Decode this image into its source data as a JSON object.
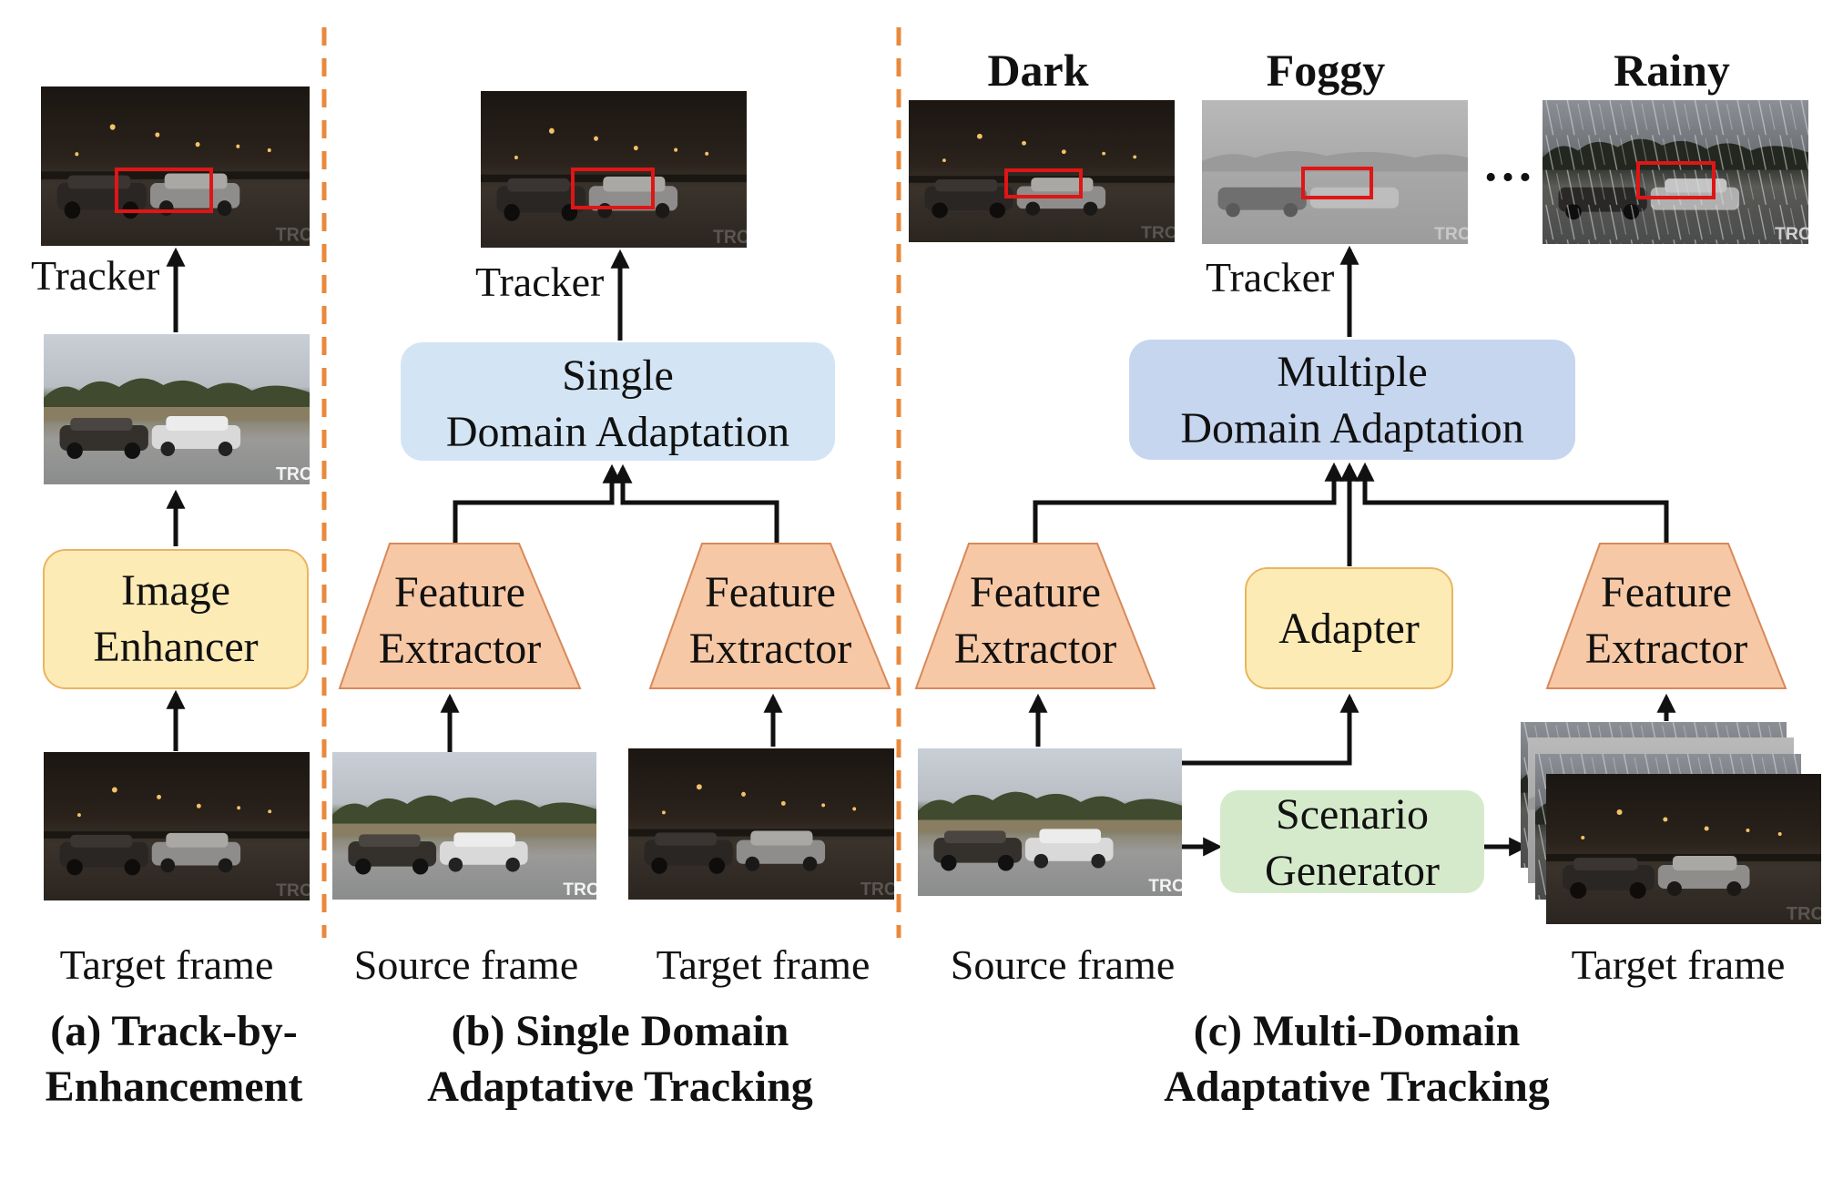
{
  "panel_a": {
    "tracker_label": "Tracker",
    "enhancer_line1": "Image",
    "enhancer_line2": "Enhancer",
    "frame_label": "Target frame",
    "caption_line1": "(a) Track-by-",
    "caption_line2": "Enhancement"
  },
  "panel_b": {
    "tracker_label": "Tracker",
    "adapt_line1": "Single",
    "adapt_line2": "Domain Adaptation",
    "extractor_left_line1": "Feature",
    "extractor_left_line2": "Extractor",
    "extractor_right_line1": "Feature",
    "extractor_right_line2": "Extractor",
    "source_label": "Source frame",
    "target_label": "Target frame",
    "caption_line1": "(b) Single Domain",
    "caption_line2": "Adaptative Tracking"
  },
  "panel_c": {
    "header_dark": "Dark",
    "header_foggy": "Foggy",
    "header_rainy": "Rainy",
    "ellipsis": "…",
    "tracker_label": "Tracker",
    "adapt_line1": "Multiple",
    "adapt_line2": "Domain Adaptation",
    "extractor_left_line1": "Feature",
    "extractor_left_line2": "Extractor",
    "adapter": "Adapter",
    "extractor_right_line1": "Feature",
    "extractor_right_line2": "Extractor",
    "generator_line1": "Scenario",
    "generator_line2": "Generator",
    "source_label": "Source frame",
    "target_label": "Target frame",
    "caption_line1": "(c) Multi-Domain",
    "caption_line2": "Adaptative Tracking"
  },
  "watermark": "TRC",
  "colors": {
    "divider": "#E8893C",
    "enhancer_fill": "#FDEBB5",
    "enhancer_stroke": "#E9B560",
    "single_adapt_fill": "#D3E5F4",
    "multi_adapt_fill": "#C7D6EF",
    "extractor_fill": "#F7C8A5",
    "extractor_stroke": "#D8895A",
    "generator_fill": "#D5EACB",
    "bbox": "#E01515"
  }
}
